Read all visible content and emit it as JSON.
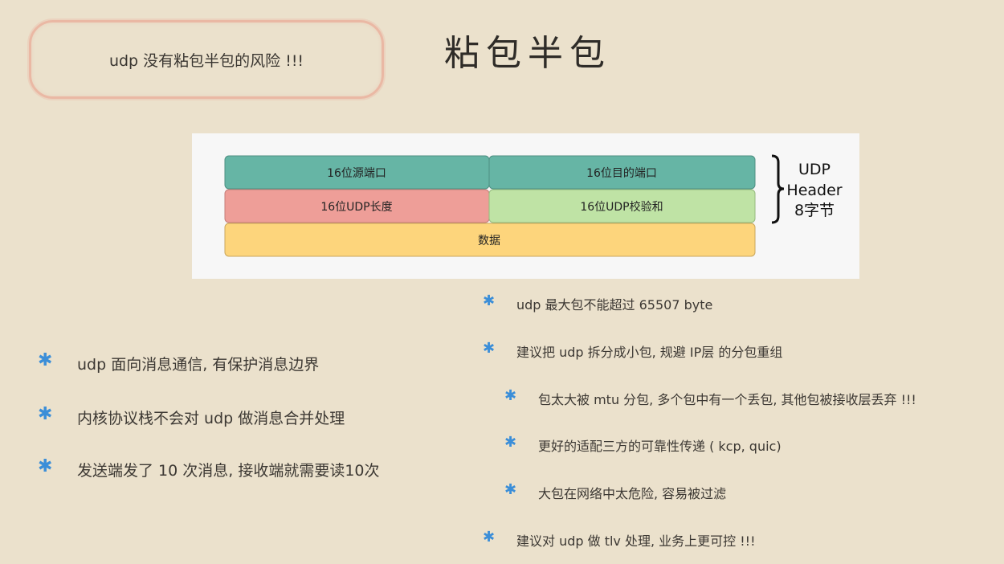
{
  "callout": {
    "text": "udp 没有粘包半包的风险 !!!"
  },
  "title": "粘包半包",
  "diagram": {
    "fields": {
      "src_port": "16位源端口",
      "dst_port": "16位目的端口",
      "length": "16位UDP长度",
      "checksum": "16位UDP校验和",
      "data": "数据"
    },
    "brace_label": [
      "UDP",
      "Header",
      "8字节"
    ],
    "colors": {
      "port_fill": "#66b5a5",
      "length_fill": "#ee9e98",
      "checksum_fill": "#bfe3a5",
      "data_fill": "#fdd57c"
    }
  },
  "bullet_icon": "asterisk-icon",
  "left_bullets": [
    "udp 面向消息通信, 有保护消息边界",
    "内核协议栈不会对 udp 做消息合并处理",
    "发送端发了 10 次消息, 接收端就需要读10次"
  ],
  "right_bullets": [
    "udp 最大包不能超过 65507 byte",
    "建议把 udp 拆分成小包, 规避 IP层 的分包重组",
    "包太大被 mtu 分包, 多个包中有一个丢包, 其他包被接收层丢弃 !!!",
    "更好的适配三方的可靠性传递 ( kcp, quic)",
    "大包在网络中太危险, 容易被过滤",
    "建议对 udp 做 tlv 处理, 业务上更可控 !!!"
  ]
}
